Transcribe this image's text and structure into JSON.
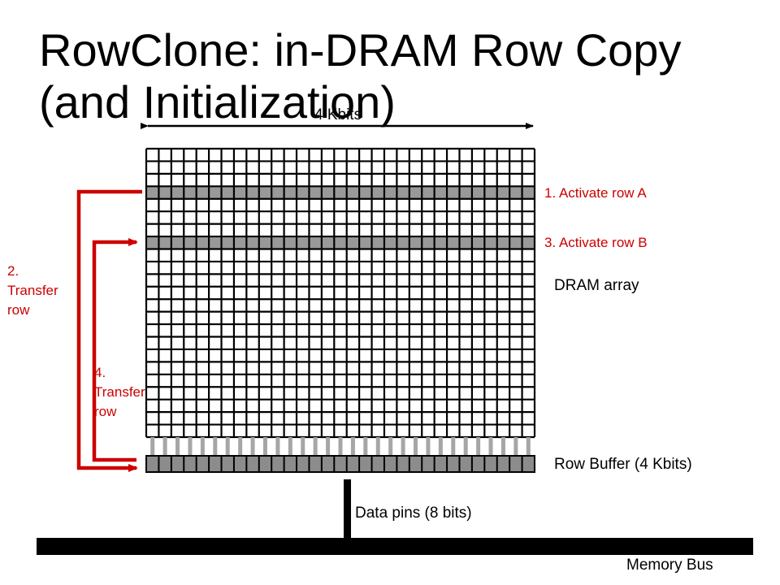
{
  "slide": {
    "title_line1": "RowClone: in-DRAM Row Copy",
    "title_line2": "(and Initialization)"
  },
  "diagram": {
    "width_label": "4 Kbits",
    "step1": "1. Activate row A",
    "step3": "3. Activate row B",
    "step2": [
      "2.",
      "Transfer",
      "row"
    ],
    "step4": [
      "4.",
      "Transfer",
      "row"
    ],
    "array_label": "DRAM array",
    "row_buffer_label": "Row Buffer (4 Kbits)",
    "data_pins_label": "Data pins (8 bits)",
    "memory_bus_label": "Memory Bus",
    "colors": {
      "accent": "#cc0000",
      "row_highlight": "#999999",
      "buffer": "#8c8c8c",
      "grid": "#000000"
    }
  }
}
